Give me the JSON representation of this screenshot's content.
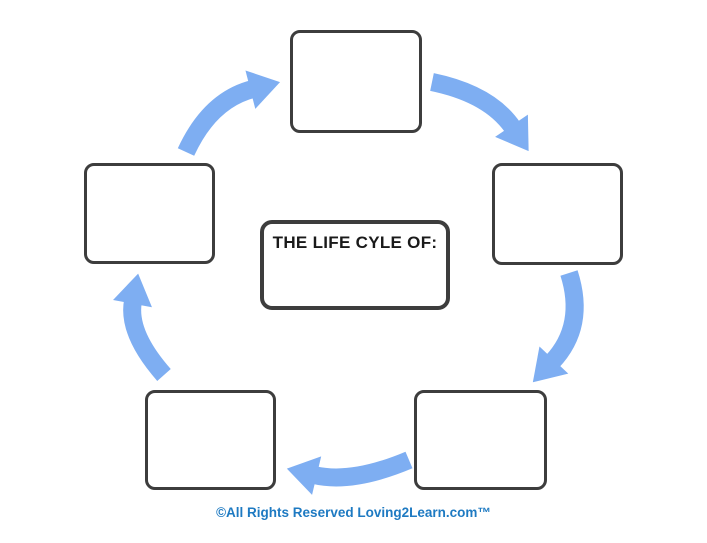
{
  "center_box": {
    "label": "THE LIFE CYLE OF:",
    "value": ""
  },
  "cycle": {
    "type": "cycle-diagram",
    "direction": "clockwise",
    "stage_boxes": [
      {
        "position": "top",
        "value": ""
      },
      {
        "position": "upper-right",
        "value": ""
      },
      {
        "position": "lower-right",
        "value": ""
      },
      {
        "position": "lower-left",
        "value": ""
      },
      {
        "position": "upper-left",
        "value": ""
      }
    ],
    "arrows": [
      {
        "from": "top",
        "to": "upper-right"
      },
      {
        "from": "upper-right",
        "to": "lower-right"
      },
      {
        "from": "lower-right",
        "to": "lower-left"
      },
      {
        "from": "lower-left",
        "to": "upper-left"
      },
      {
        "from": "upper-left",
        "to": "top"
      }
    ]
  },
  "footer": {
    "copyright": "©All Rights Reserved Loving2Learn.com™"
  },
  "colors": {
    "arrow_fill": "#7eaef2",
    "box_border": "#3d3d3d",
    "title_text": "#1a1a1a",
    "footer_text": "#1e7ac2",
    "background": "#ffffff"
  }
}
